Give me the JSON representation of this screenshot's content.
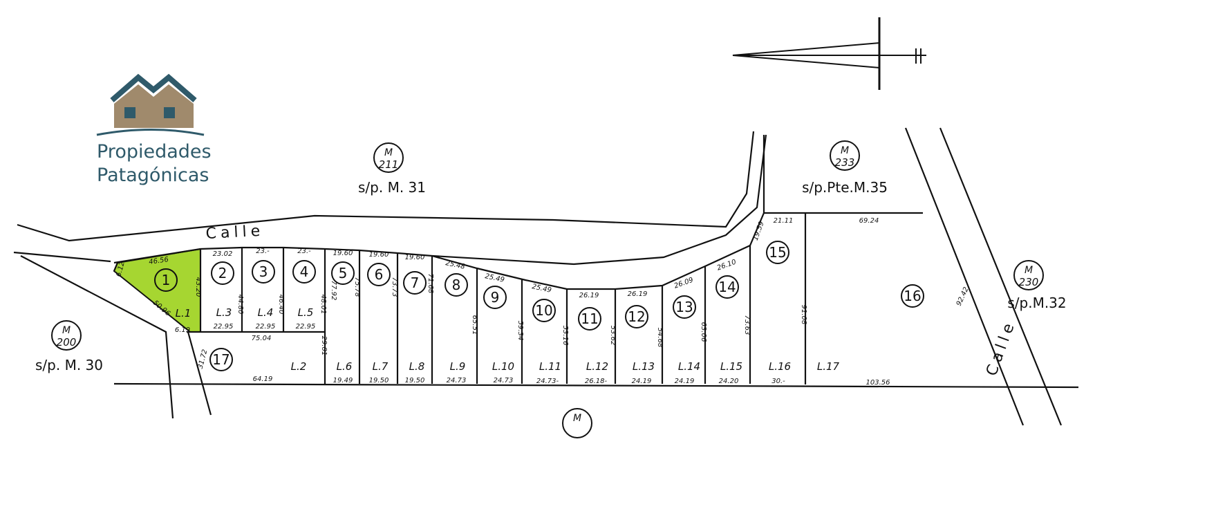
{
  "logo": {
    "line1": "Propiedades",
    "line2": "Patagónicas",
    "colors": {
      "roof": "#2f5a6a",
      "house": "#a08a6c"
    }
  },
  "highlight_color": "#a6d631",
  "streets": {
    "top": "Calle",
    "right": "Calle"
  },
  "blocks": [
    {
      "id": "M",
      "num": "211",
      "ref": "s/p. M. 31"
    },
    {
      "id": "M",
      "num": "233",
      "ref": "s/p.Pte.M.35"
    },
    {
      "id": "M",
      "num": "230",
      "ref": "s/p.M.32"
    },
    {
      "id": "M",
      "num": "200",
      "ref": "s/p. M. 30"
    },
    {
      "id": "M",
      "num": "",
      "ref": ""
    }
  ],
  "parcels": [
    "1",
    "2",
    "3",
    "4",
    "5",
    "6",
    "7",
    "8",
    "9",
    "10",
    "11",
    "12",
    "13",
    "14",
    "15",
    "16",
    "17"
  ],
  "lots": [
    "L.1",
    "L.2",
    "L.3",
    "L.4",
    "L.5",
    "L.6",
    "L.7",
    "L.8",
    "L.9",
    "L.10",
    "L.11",
    "L.12",
    "L.13",
    "L.14",
    "L.15",
    "L.16",
    "L.17"
  ],
  "front_measures": [
    "46.56",
    "23.02",
    "23.-",
    "23.-",
    "19.60",
    "19.60",
    "19.60",
    "25.48",
    "25.49",
    "25.49",
    "26.19",
    "26.19",
    "26.09",
    "26.10",
    "21.11",
    "69.24"
  ],
  "side_measures": [
    "6.12",
    "43.20",
    "50.96",
    "6.19",
    "44.80",
    "46.40",
    "48.01",
    "77.92",
    "75.78",
    "73.73",
    "71.68",
    "65.51",
    "59.34",
    "53.16",
    "53.62",
    "54.68",
    "63.06",
    "73.63",
    "19.59",
    "91.08",
    "92.42",
    "29.81",
    "31.72"
  ],
  "rear_measures": [
    "22.95",
    "22.95",
    "22.95",
    "75.04",
    "64.19",
    "19.49",
    "19.50",
    "19.50",
    "24.73",
    "24.73",
    "24.73-",
    "26.18-",
    "24.19",
    "24.19",
    "24.20",
    "30.-",
    "103.56"
  ]
}
